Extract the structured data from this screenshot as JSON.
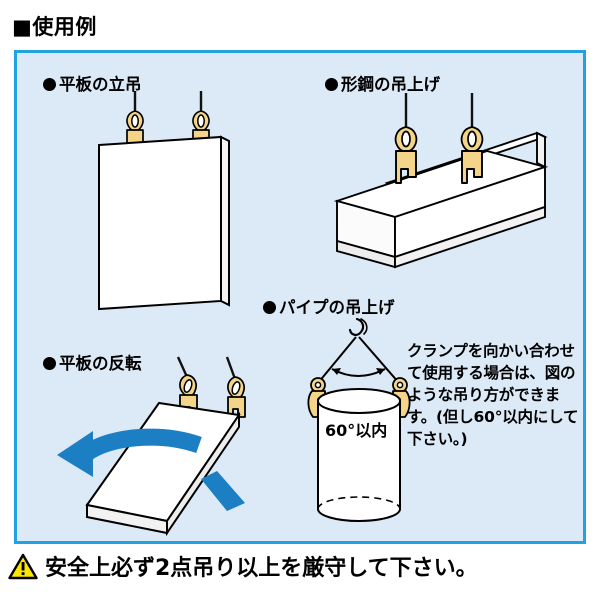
{
  "header": {
    "bullet_icon": "filled-square-icon",
    "title": "使用例"
  },
  "panel": {
    "background_color": "#dce9f6",
    "border_color": "#22a2e0"
  },
  "examples": [
    {
      "id": "plate-vertical",
      "bullet_icon": "filled-circle-icon",
      "label": "平板の立吊",
      "figure": "two clamps on wire ropes lifting a vertical flat plate"
    },
    {
      "id": "beam",
      "bullet_icon": "filled-circle-icon",
      "label": "形鋼の吊上げ",
      "figure": "two clamps on wire ropes lifting an H-section steel beam"
    },
    {
      "id": "pipe",
      "bullet_icon": "filled-circle-icon",
      "label": "パイプの吊上げ",
      "figure": "two facing clamps on a sling under a hook lifting a cylindrical pipe"
    },
    {
      "id": "plate-flip",
      "bullet_icon": "filled-circle-icon",
      "label": "平板の反転",
      "figure": "two clamps on a tilted flat plate with a blue rotation arrow"
    }
  ],
  "pipe_figure": {
    "angle_label": "60°以内",
    "arrow_icon": "double-headed-arc-arrow-icon",
    "hook_icon": "crane-hook-icon"
  },
  "note": {
    "text": "クランプを向かい合わせて使用する場合は、図のような吊り方ができます。(但し60°以内にして下さい。)"
  },
  "warning": {
    "icon": "warning-triangle-icon",
    "icon_fill_color": "#ffe500",
    "text": "安全上必ず2点吊り以上を厳守して下さい。"
  },
  "colors": {
    "clamp_body": "#f3d489",
    "clamp_highlight": "#fbeec4",
    "outline": "#000000",
    "plate_fill": "#ffffff",
    "arrow_blue": "#1c7fc4",
    "panel_fill": "#dce9f6",
    "panel_border": "#22a2e0"
  }
}
